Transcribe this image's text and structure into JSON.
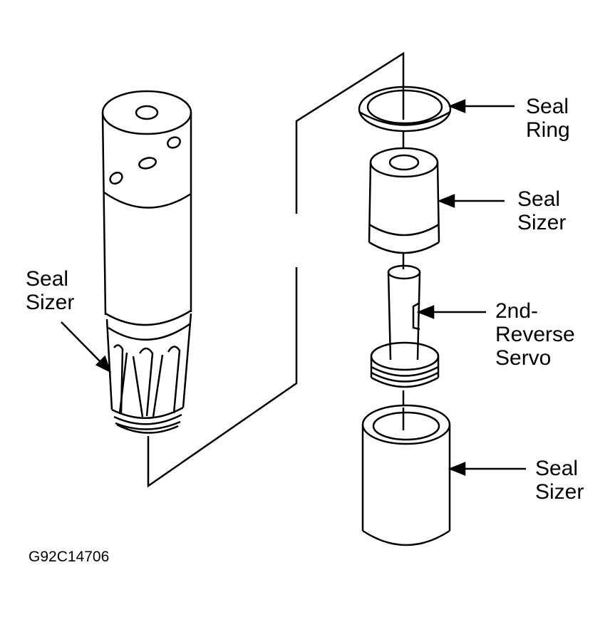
{
  "labels": {
    "seal_ring": [
      "Seal",
      "Ring"
    ],
    "seal_sizer_left": [
      "Seal",
      "Sizer"
    ],
    "seal_sizer_cone": [
      "Seal",
      "Sizer"
    ],
    "servo": [
      "2nd-",
      "Reverse",
      "Servo"
    ],
    "seal_sizer_cup": [
      "Seal",
      "Sizer"
    ]
  },
  "figure_code": "G92C14706",
  "colors": {
    "ink": "#000000",
    "paper": "#ffffff"
  }
}
